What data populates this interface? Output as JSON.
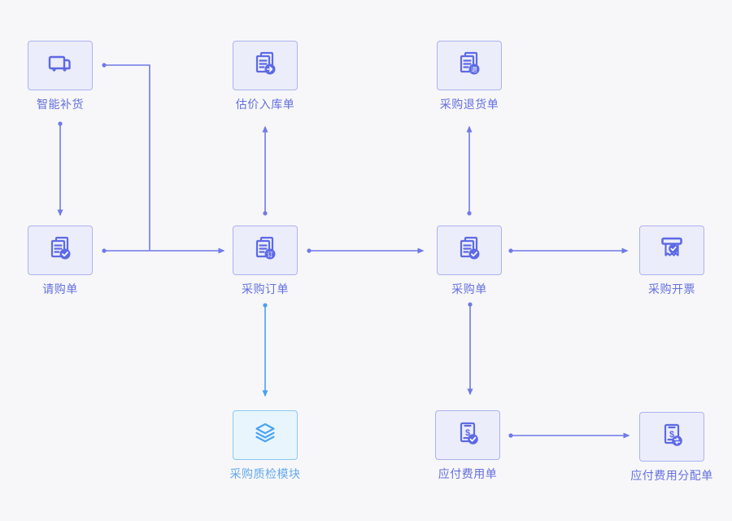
{
  "canvas": {
    "background": "#f7f7f9"
  },
  "colors": {
    "accent": "#5d6ae6",
    "node_fill": "#ecedfa",
    "node_border": "#aab3f0",
    "connector": "#6f7ae8",
    "label": "#6570de",
    "quality_accent": "#4aa3f3",
    "quality_fill": "#e9f5fd",
    "quality_border": "#8cc8f5",
    "quality_label": "#64aaed",
    "quality_connector": "#4aa0f2"
  },
  "nodes": {
    "smart_replenish": {
      "label": "智能补货",
      "icon": "truck-icon"
    },
    "valuation_inbound": {
      "label": "估价入库单",
      "icon": "document-arrow-icon"
    },
    "purchase_return": {
      "label": "采购退货单",
      "icon": "document-return-icon",
      "badge": "退"
    },
    "requisition": {
      "label": "请购单",
      "icon": "document-check-icon"
    },
    "purchase_order": {
      "label": "采购订单",
      "icon": "document-order-icon",
      "badge": "订"
    },
    "purchase_doc": {
      "label": "采购单",
      "icon": "document-check-icon"
    },
    "purchase_invoice": {
      "label": "采购开票",
      "icon": "invoice-check-icon"
    },
    "quality_module": {
      "label": "采购质检模块",
      "icon": "layers-icon"
    },
    "payable_expense": {
      "label": "应付费用单",
      "icon": "bill-check-icon"
    },
    "payable_allocation": {
      "label": "应付费用分配单",
      "icon": "bill-transfer-icon"
    }
  },
  "edges": [
    {
      "from": "智能补货",
      "to": "采购订单"
    },
    {
      "from": "智能补货",
      "to": "请购单"
    },
    {
      "from": "请购单",
      "to": "采购订单"
    },
    {
      "from": "采购订单",
      "to": "估价入库单"
    },
    {
      "from": "采购订单",
      "to": "采购单"
    },
    {
      "from": "采购订单",
      "to": "采购质检模块"
    },
    {
      "from": "采购单",
      "to": "采购退货单"
    },
    {
      "from": "采购单",
      "to": "采购开票"
    },
    {
      "from": "采购单",
      "to": "应付费用单"
    },
    {
      "from": "应付费用单",
      "to": "应付费用分配单"
    }
  ]
}
